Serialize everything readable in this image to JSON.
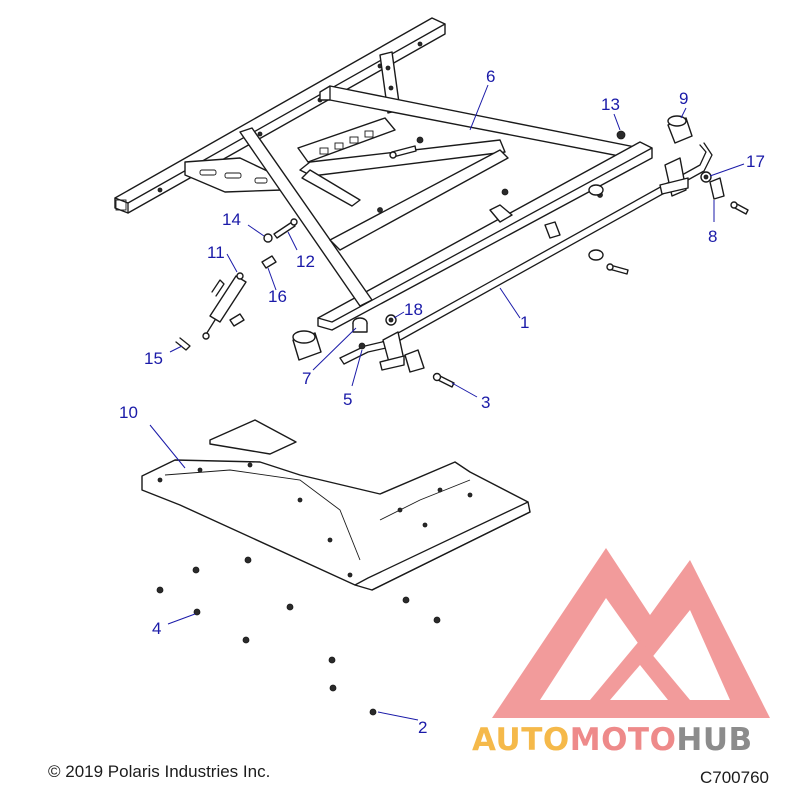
{
  "callouts": [
    {
      "id": "c1",
      "label": "1"
    },
    {
      "id": "c2",
      "label": "2"
    },
    {
      "id": "c3",
      "label": "3"
    },
    {
      "id": "c4",
      "label": "4"
    },
    {
      "id": "c5",
      "label": "5"
    },
    {
      "id": "c6",
      "label": "6"
    },
    {
      "id": "c7",
      "label": "7"
    },
    {
      "id": "c8",
      "label": "8"
    },
    {
      "id": "c9",
      "label": "9"
    },
    {
      "id": "c10",
      "label": "10"
    },
    {
      "id": "c11",
      "label": "11"
    },
    {
      "id": "c12",
      "label": "12"
    },
    {
      "id": "c13",
      "label": "13"
    },
    {
      "id": "c14",
      "label": "14"
    },
    {
      "id": "c15",
      "label": "15"
    },
    {
      "id": "c16",
      "label": "16"
    },
    {
      "id": "c17",
      "label": "17"
    },
    {
      "id": "c18",
      "label": "18"
    }
  ],
  "footer": {
    "copyright": "© 2019 Polaris Industries Inc.",
    "diagram_code": "C700760"
  },
  "watermark": {
    "word_part1": "AUTO",
    "word_part2": "MOTO",
    "word_part3": "HUB",
    "colors": {
      "logo": "#f08a8a",
      "auto": "#f5b94a",
      "moto": "#ee8a8a",
      "hub": "#8c8c8c"
    }
  },
  "colors": {
    "callout": "#1a1aa8",
    "line_art": "#1a1a1a"
  }
}
